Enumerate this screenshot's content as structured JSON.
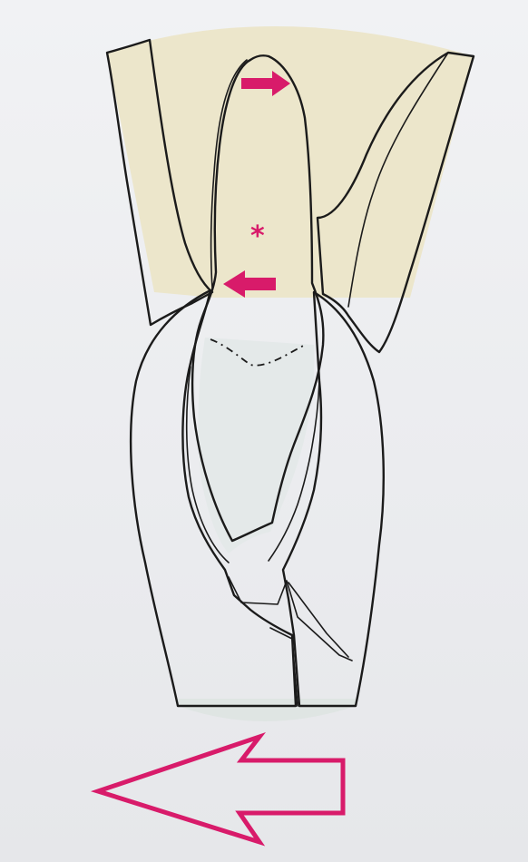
{
  "diagram": {
    "marker": "*"
  },
  "colors": {
    "background": "#edeef1",
    "bone_area": "#ece6cb",
    "gingiva": "#e9c5c8",
    "tooth": "#ebe4cb",
    "forceps": "#c9d6d6",
    "forceps_shadow": "#b9c8c9",
    "arrow": "#d81b6a",
    "outline": "#1b1b1b"
  },
  "arrows": [
    {
      "name": "apical-arrow",
      "direction": "right"
    },
    {
      "name": "cervical-arrow",
      "direction": "left"
    },
    {
      "name": "movement-arrow",
      "direction": "left",
      "style": "outline"
    }
  ]
}
